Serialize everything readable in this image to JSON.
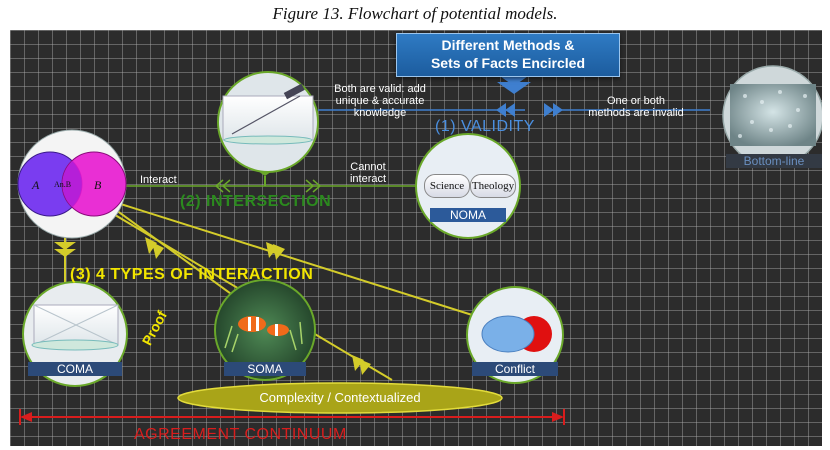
{
  "caption": "Figure 13. Flowchart of potential models.",
  "title": {
    "line1": "Different Methods &",
    "line2": "Sets of Facts Encircled"
  },
  "validity": {
    "label": "(1) VALIDITY",
    "valid_text_1": "Both are valid: add",
    "valid_text_2": "unique & accurate",
    "valid_text_3": "knowledge",
    "invalid_text_1": "One or both",
    "invalid_text_2": "methods are invalid"
  },
  "bottom_line": {
    "label": "Bottom-line"
  },
  "intersection": {
    "label": "(2) INTERSECTION",
    "interact": "Interact",
    "cannot_1": "Cannot",
    "cannot_2": "interact"
  },
  "venn": {
    "a": "A",
    "ab": "An.B",
    "b": "B"
  },
  "noma": {
    "label": "NOMA",
    "science": "Science",
    "theology": "Theology"
  },
  "interaction": {
    "label": "(3) 4 TYPES OF INTERACTION"
  },
  "coma": {
    "label": "COMA"
  },
  "soma": {
    "label": "SOMA"
  },
  "conflict": {
    "label": "Conflict"
  },
  "proof": {
    "label": "Proof"
  },
  "complexity": {
    "label": "Complexity / Contextualized"
  },
  "continuum": {
    "label": "AGREEMENT CONTINUUM"
  },
  "colors": {
    "board": "#2c2c2c",
    "arrow_green": "#6aa82a",
    "line_yellow": "#d4cc2a",
    "continuum_red": "#d91d1d",
    "venn_a": "#7a3df0",
    "venn_b": "#e81ad0"
  }
}
